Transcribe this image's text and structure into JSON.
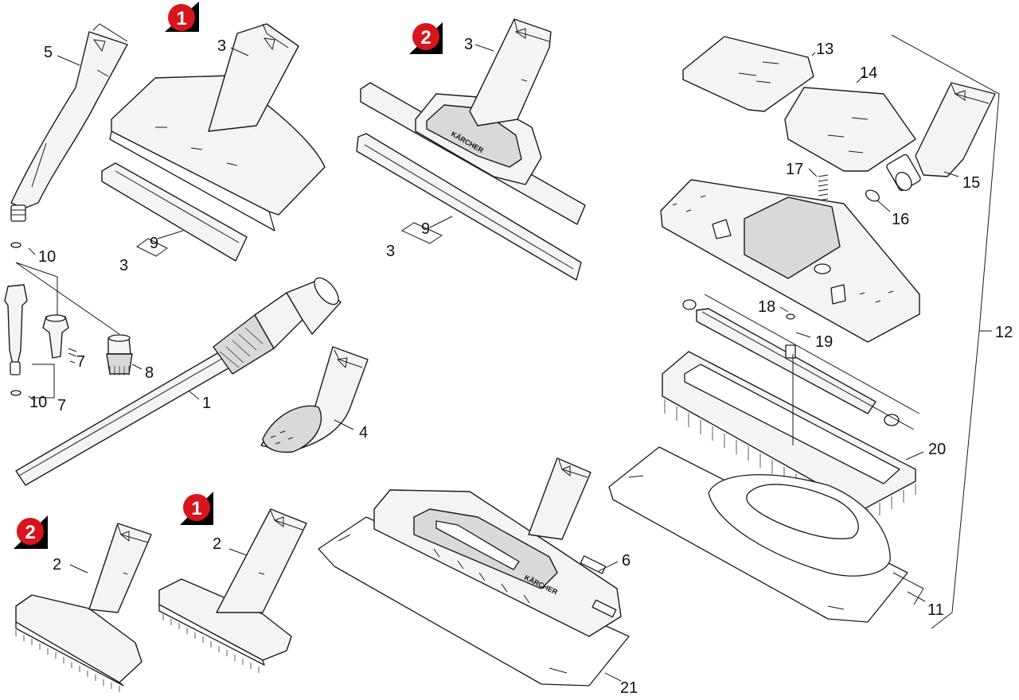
{
  "brand": "KÄRCHER",
  "badges": {
    "variant_1": "1",
    "variant_2": "2"
  },
  "badge_colors": {
    "fill": "#d8141c",
    "shadow": "#000000",
    "text": "#ffffff"
  },
  "callouts": {
    "c1": "1",
    "c2a": "2",
    "c2b": "2",
    "c3a": "3",
    "c3b": "3",
    "c3c": "3",
    "c3d": "3",
    "c4": "4",
    "c5": "5",
    "c6": "6",
    "c7a": "7",
    "c7b": "7",
    "c8": "8",
    "c9a": "9",
    "c9b": "9",
    "c10a": "10",
    "c10b": "10",
    "c11": "11",
    "c12": "12",
    "c13": "13",
    "c14": "14",
    "c15": "15",
    "c16": "16",
    "c17": "17",
    "c18": "18",
    "c19": "19",
    "c20": "20",
    "c21": "21"
  }
}
